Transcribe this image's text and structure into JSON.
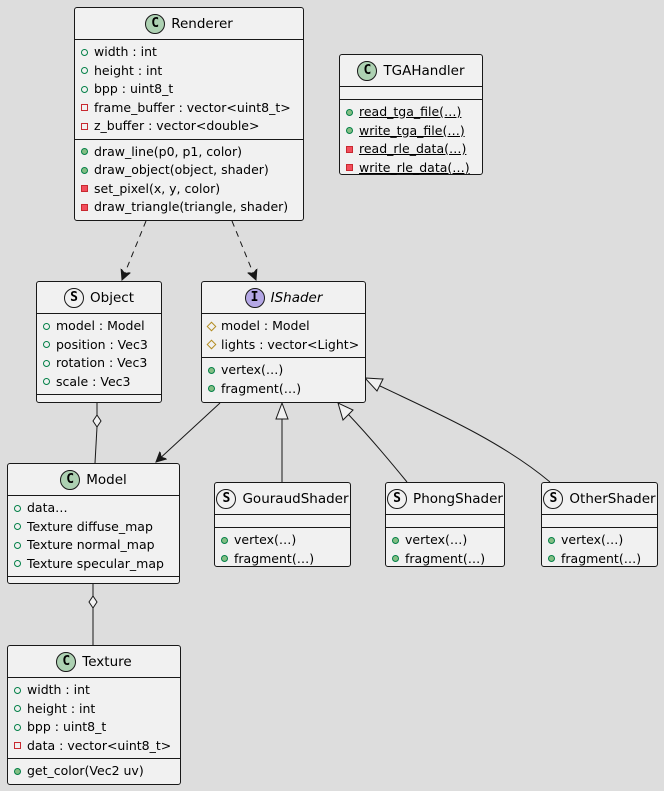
{
  "colors": {
    "background": "#DDDDDD",
    "box": "#F1F1F1",
    "class_badge": "#ADD1B2",
    "interface_badge": "#B4A7E5",
    "struct_badge": "#F1F1F1"
  },
  "classes": {
    "renderer": {
      "badge": "C",
      "name": "Renderer",
      "fields": [
        "width : int",
        "height : int",
        "bpp : uint8_t",
        "frame_buffer : vector<uint8_t>",
        "z_buffer : vector<double>"
      ],
      "methods": [
        "draw_line(p0, p1, color)",
        "draw_object(object, shader)",
        "set_pixel(x, y, color)",
        "draw_triangle(triangle, shader)"
      ]
    },
    "tgahandler": {
      "badge": "C",
      "name": "TGAHandler",
      "methods": [
        "read_tga_file(…)",
        "write_tga_file(…)",
        "read_rle_data(…)",
        "write_rle_data(…)"
      ]
    },
    "object": {
      "badge": "S",
      "name": "Object",
      "fields": [
        "model : Model",
        "position : Vec3",
        "rotation : Vec3",
        "scale : Vec3"
      ]
    },
    "ishader": {
      "badge": "I",
      "name": "IShader",
      "fields": [
        "model : Model",
        "lights : vector<Light>"
      ],
      "methods": [
        "vertex(…)",
        "fragment(…)"
      ]
    },
    "model": {
      "badge": "C",
      "name": "Model",
      "fields": [
        "data…",
        "Texture diffuse_map",
        "Texture normal_map",
        "Texture specular_map"
      ]
    },
    "gouraud": {
      "badge": "S",
      "name": "GouraudShader",
      "methods": [
        "vertex(…)",
        "fragment(…)"
      ]
    },
    "phong": {
      "badge": "S",
      "name": "PhongShader",
      "methods": [
        "vertex(…)",
        "fragment(…)"
      ]
    },
    "other": {
      "badge": "S",
      "name": "OtherShader",
      "methods": [
        "vertex(…)",
        "fragment(…)"
      ]
    },
    "texture": {
      "badge": "C",
      "name": "Texture",
      "fields": [
        "width : int",
        "height : int",
        "bpp : uint8_t",
        "data : vector<uint8_t>"
      ],
      "methods": [
        "get_color(Vec2 uv)"
      ]
    }
  }
}
